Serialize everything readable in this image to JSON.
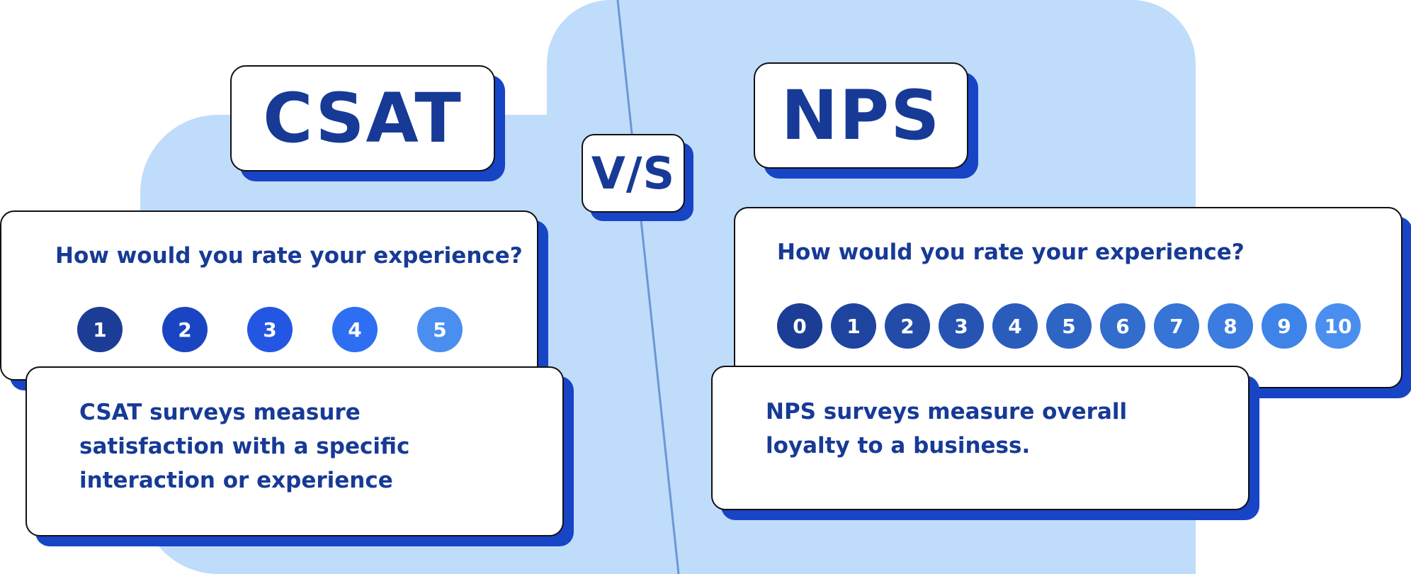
{
  "csat": {
    "title": "CSAT",
    "question": "How would you rate your experience?",
    "scale": [
      {
        "label": "1",
        "color": "#1c3d95"
      },
      {
        "label": "2",
        "color": "#1a45c2"
      },
      {
        "label": "3",
        "color": "#2356e3"
      },
      {
        "label": "4",
        "color": "#2e6ef2"
      },
      {
        "label": "5",
        "color": "#4a8ef0"
      }
    ],
    "description": [
      "CSAT surveys measure",
      "satisfaction with a specific",
      "interaction or experience"
    ]
  },
  "versus": "V/S",
  "nps": {
    "title": "NPS",
    "question": "How would you rate your experience?",
    "scale": [
      {
        "label": "0",
        "color": "#1c3d95"
      },
      {
        "label": "1",
        "color": "#1f449f"
      },
      {
        "label": "2",
        "color": "#234ca9"
      },
      {
        "label": "3",
        "color": "#2754b2"
      },
      {
        "label": "4",
        "color": "#2a5cbb"
      },
      {
        "label": "5",
        "color": "#2e64c4"
      },
      {
        "label": "6",
        "color": "#326ccd"
      },
      {
        "label": "7",
        "color": "#3674d6"
      },
      {
        "label": "8",
        "color": "#3a7cdf"
      },
      {
        "label": "9",
        "color": "#3e84e8"
      },
      {
        "label": "10",
        "color": "#4a8ef0"
      }
    ],
    "description": [
      "NPS surveys measure overall",
      "loyalty to a business."
    ]
  },
  "colors": {
    "background_blob": "#bfdcfb",
    "accent_shadow": "#1844c6",
    "text": "#173a96",
    "divider": "#6b97d6"
  }
}
